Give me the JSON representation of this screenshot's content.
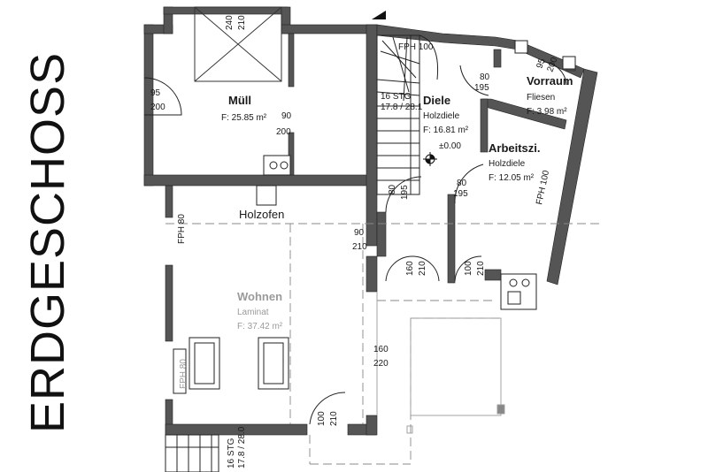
{
  "title": "ERDGESCHOSS",
  "rooms": {
    "muell": {
      "name": "Müll",
      "area": "F: 25.85 m²"
    },
    "diele": {
      "name": "Diele",
      "floor": "Holzdiele",
      "area": "F: 16.81 m²",
      "level": "±0.00"
    },
    "vorraum": {
      "name": "Vorraum",
      "floor": "Fliesen",
      "area": "F:  3.98 m²"
    },
    "arbeitszimmer": {
      "name": "Arbeitszi.",
      "floor": "Holzdiele",
      "area": "F:  12.05 m²"
    },
    "wohnen": {
      "name": "Wohnen",
      "floor": "Laminat",
      "area": "F: 37.42 m²"
    }
  },
  "fixtures": {
    "stove": "Holzofen"
  },
  "annotations": {
    "fph_top": "FPH 100",
    "fph_left": "FPH 80",
    "fph_left_lower": "FPH 80",
    "fph_right": "FPH 100",
    "stair_top": "16 STG",
    "stair_top_rise": "17.8 / 28.1",
    "stair_bottom": "16 STG",
    "stair_bottom_rise": "17.8 / 28.0"
  },
  "dimensions": {
    "d240": "240",
    "d210a": "210",
    "d95a": "95",
    "d200a": "200",
    "d90a": "90",
    "d200b": "200",
    "d80a": "80",
    "d195a": "195",
    "d95b": "95",
    "d200c": "200",
    "d80b": "80",
    "d195b": "195",
    "d80c": "80",
    "d195c": "195",
    "d90b": "90",
    "d210b": "210",
    "d160a": "160",
    "d210c": "210",
    "d100a": "100",
    "d210d": "210",
    "d160b": "160",
    "d220": "220",
    "d100b": "100",
    "d210e": "210"
  }
}
